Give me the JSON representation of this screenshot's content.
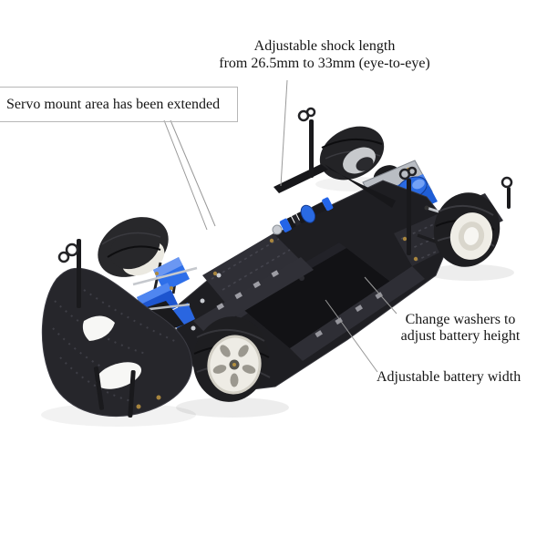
{
  "annotations": {
    "shock_length": {
      "line1": "Adjustable shock length",
      "line2": "from 26.5mm to 33mm (eye-to-eye)"
    },
    "servo_mount": {
      "text": "Servo mount area has been extended"
    },
    "battery_height": {
      "line1": "Change washers to",
      "line2": "adjust battery height"
    },
    "battery_width": {
      "text": "Adjustable battery width"
    }
  },
  "photo": {
    "subject": "1/10 RC car chassis, three-quarter aerial view on white background",
    "colors": {
      "anodized_blue": "#2465e8",
      "anodized_blue_dark": "#1d55cf",
      "carbon_black": "#26262b",
      "plastic_black": "#1a1a1d",
      "aluminum_silver": "#b9bdc3",
      "wheel_white": "#eeece5",
      "tire_black": "#1e1e21",
      "screw_gold": "#a8853e",
      "leader_line_gray": "#999999",
      "label_box_gray": "#b7b7b7",
      "background": "#ffffff"
    }
  }
}
